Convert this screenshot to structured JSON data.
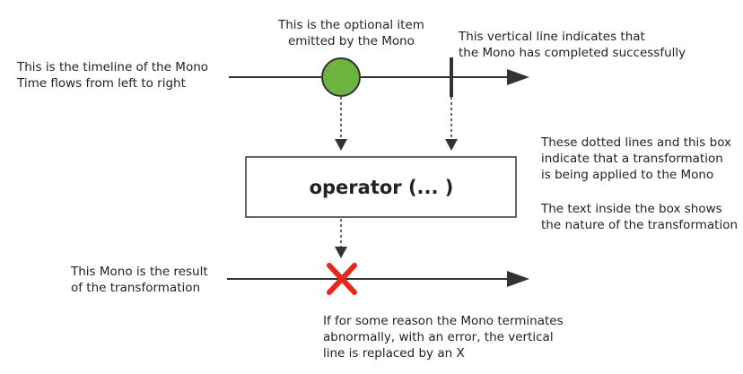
{
  "notes": {
    "timeline": {
      "lines": [
        "This is the timeline of the Mono",
        "Time flows from left to right"
      ]
    },
    "item": {
      "lines": [
        "This is the optional item",
        "emitted by the Mono"
      ]
    },
    "completion": {
      "lines": [
        "This vertical line indicates that",
        "the Mono has completed successfully"
      ]
    },
    "transformation": {
      "lines": [
        "These dotted lines and this box",
        "indicate that a transformation",
        "is being applied to the Mono"
      ]
    },
    "box_text": {
      "lines": [
        "The text inside the box shows",
        "the nature of the transformation"
      ]
    },
    "result": {
      "lines": [
        "This Mono is the result",
        "of the transformation"
      ]
    },
    "error": {
      "lines": [
        "If for some reason the Mono terminates",
        "abnormally, with an error, the vertical",
        "line is replaced by an X"
      ]
    }
  },
  "operator": {
    "label": "operator (... )"
  },
  "colors": {
    "item_fill": "#6cb33f",
    "item_stroke": "#333333",
    "error_x": "#e8281b",
    "lines": "#333333"
  }
}
